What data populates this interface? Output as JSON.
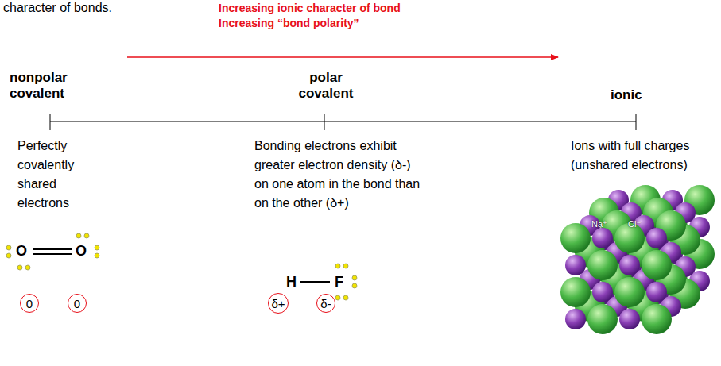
{
  "diagram": {
    "nodes": [
      {
        "text": [
          "0"
        ]
      },
      {
        "text": [
          "0"
        ]
      },
      {
        "text": [
          "δ+"
        ]
      },
      {
        "text": [
          "δ-"
        ]
      }
    ],
    "labels": [
      "character of bonds.",
      "Increasing ionic character of bond",
      "Increasing “bond polarity”",
      "nonpolar covalent",
      "polar covalent",
      "ionic",
      "Perfectly covalently shared electrons",
      "Bonding electrons exhibit greater electron density (δ-) on one atom in the bond than on the other (δ+)",
      "Ions with full charges (unshared electrons)",
      "O",
      "O",
      "H",
      "F",
      "Na⁺",
      "Cl⁻"
    ]
  }
}
